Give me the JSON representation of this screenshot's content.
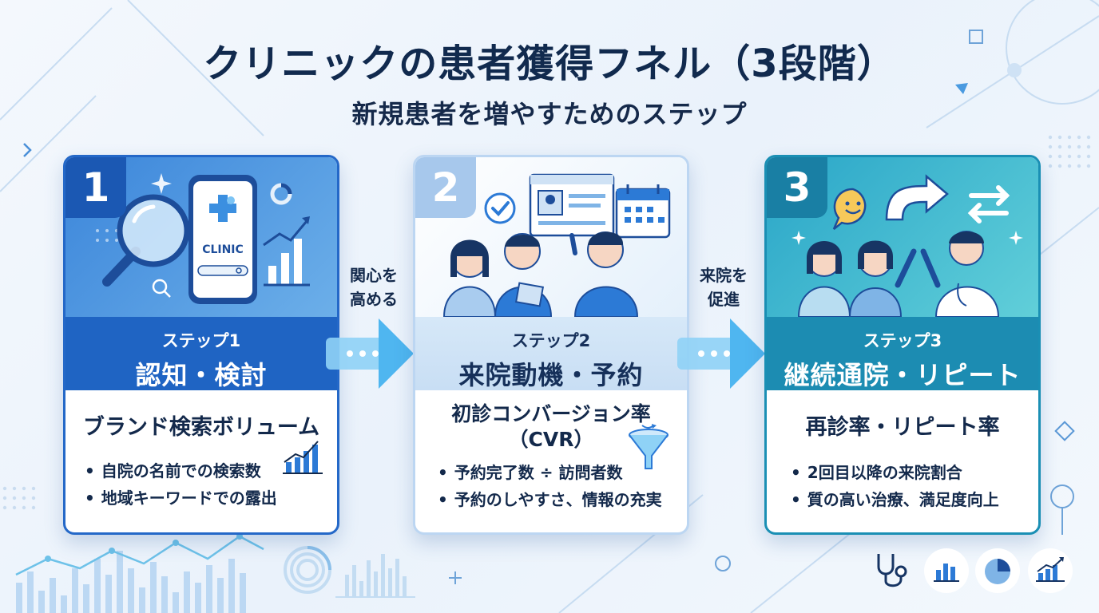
{
  "title": "クリニックの患者獲得フネル（3段階）",
  "subtitle": "新規患者を増やすためのステップ",
  "steps": [
    {
      "number": "1",
      "step_label": "ステップ1",
      "stage": "認知・検討",
      "metric": "ブランド検索ボリューム",
      "bullets": [
        "自院の名前での検索数",
        "地域キーワードでの露出"
      ],
      "illustration_text": "CLINIC",
      "icons": [
        "magnifier-icon",
        "smartphone-icon",
        "growth-chart-icon"
      ]
    },
    {
      "number": "2",
      "step_label": "ステップ2",
      "stage": "来院動機・予約",
      "metric_line1": "初診コンバージョン率",
      "metric_line2": "（CVR）",
      "bullets": [
        "予約完了数 ÷ 訪問者数",
        "予約のしやすさ、情報の充実"
      ],
      "icons": [
        "check-icon",
        "profile-card-icon",
        "calendar-icon",
        "funnel-icon"
      ]
    },
    {
      "number": "3",
      "step_label": "ステップ3",
      "stage": "継続通院・リピート",
      "metric": "再診率・リピート率",
      "bullets": [
        "2回目以降の来院割合",
        "質の高い治療、満足度向上"
      ],
      "icons": [
        "smile-icon",
        "return-arrow-icon",
        "repeat-icon",
        "doctor-icon"
      ]
    }
  ],
  "connectors": [
    {
      "line1": "関心を",
      "line2": "高める"
    },
    {
      "line1": "来院を",
      "line2": "促進"
    }
  ],
  "colors": {
    "step1": "#1f64c3",
    "step2": "#c8def4",
    "step3": "#1c8cb2",
    "title": "#112a4e",
    "arrow": "#4fb6f0"
  }
}
